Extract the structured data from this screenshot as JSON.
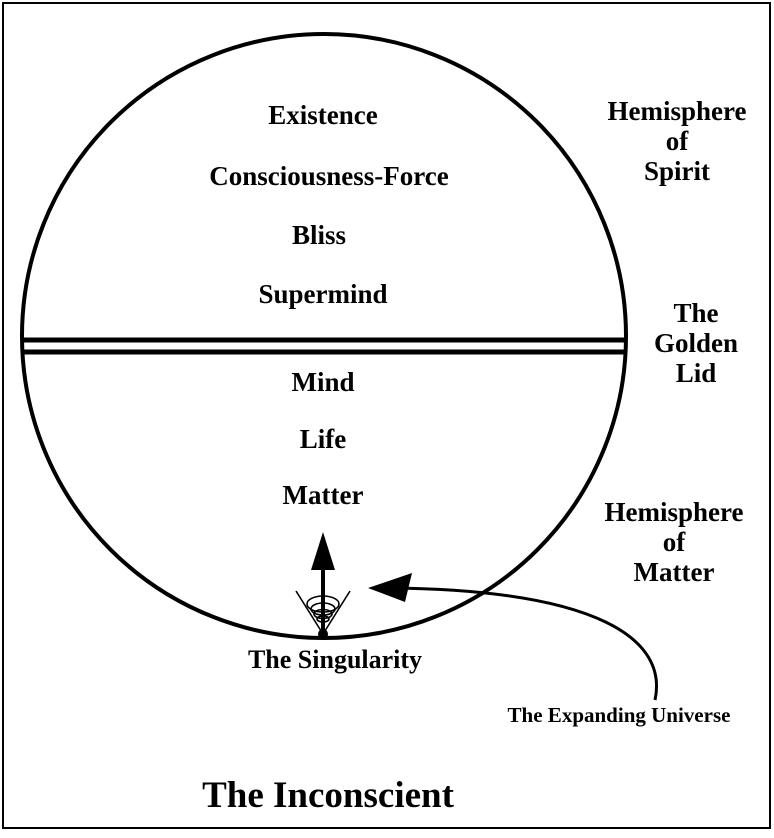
{
  "upper_planes": [
    "Existence",
    "Consciousness-Force",
    "Bliss",
    "Supermind"
  ],
  "lower_planes": [
    "Mind",
    "Life",
    "Matter"
  ],
  "hemisphere_spirit": {
    "line1": "Hemisphere",
    "line2": "of",
    "line3": "Spirit"
  },
  "golden_lid": {
    "line1": "The",
    "line2": "Golden",
    "line3": "Lid"
  },
  "hemisphere_matter": {
    "line1": "Hemisphere",
    "line2": "of",
    "line3": "Matter"
  },
  "singularity_label": "The Singularity",
  "expanding_universe_label": "The Expanding Universe",
  "inconscient_label": "The Inconscient"
}
